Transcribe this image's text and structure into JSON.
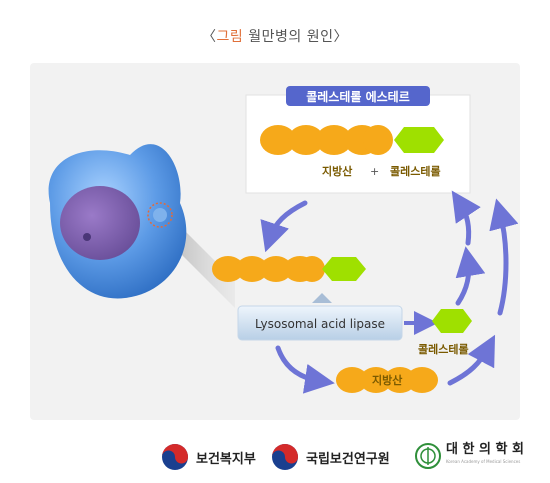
{
  "title": {
    "prefix": "〈",
    "highlight": "그림",
    "text": " 월만병의 원인〉"
  },
  "diagram": {
    "ester_label": "콜레스테롤 에스테르",
    "fatty_acid": "지방산",
    "plus": "+",
    "cholesterol": "콜레스테롤",
    "enzyme": "Lysosomal  acid  lipase",
    "cholesterol_out": "콜레스테롤",
    "fatty_acid_out": "지방산"
  },
  "footer": {
    "org1": "보건복지부",
    "org2": "국립보건연구원",
    "org3": "대 한 의 학 회",
    "org3_sub": "Korean Academy of Medical Sciences"
  },
  "colors": {
    "orange": "#f6a91a",
    "lime": "#9fe000",
    "cell": "#5b9ae0",
    "enzyme_bg": "#cfe0f0",
    "ester_label_bg": "#5566cc",
    "arrow": "#6e74d6"
  }
}
